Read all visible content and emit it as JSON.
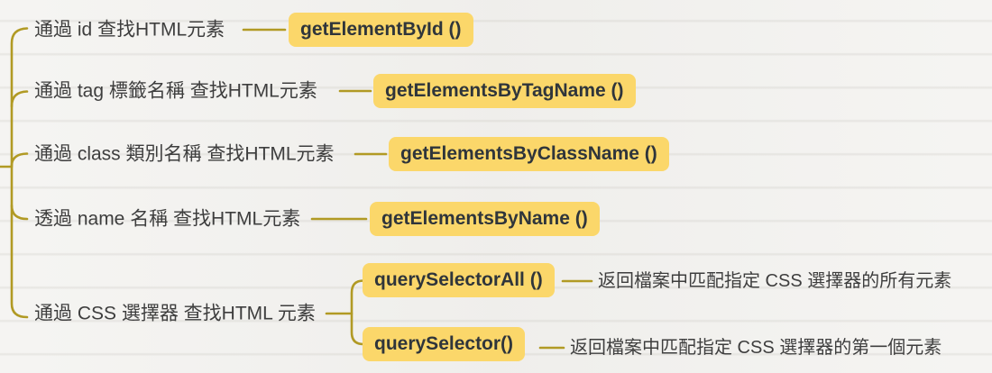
{
  "colors": {
    "background": "#f2f1ee",
    "connector": "#b19a24",
    "highlight_bg": "#fbd76a",
    "code_text": "#2f353b",
    "label_text": "#3e3e3e"
  },
  "mindmap": {
    "branches": [
      {
        "label": "通過 id 查找HTML元素",
        "method": "getElementById ()"
      },
      {
        "label": "通過 tag 標籤名稱 查找HTML元素",
        "method": "getElementsByTagName ()"
      },
      {
        "label": "通過 class 類別名稱 查找HTML元素",
        "method": "getElementsByClassName ()"
      },
      {
        "label": "透過 name 名稱 查找HTML元素",
        "method": "getElementsByName ()"
      },
      {
        "label": "通過 CSS 選擇器 查找HTML 元素",
        "children": [
          {
            "method": "querySelectorAll ()",
            "description": "返回檔案中匹配指定 CSS 選擇器的所有元素"
          },
          {
            "method": "querySelector()",
            "description": "返回檔案中匹配指定 CSS 選擇器的第一個元素"
          }
        ]
      }
    ]
  }
}
